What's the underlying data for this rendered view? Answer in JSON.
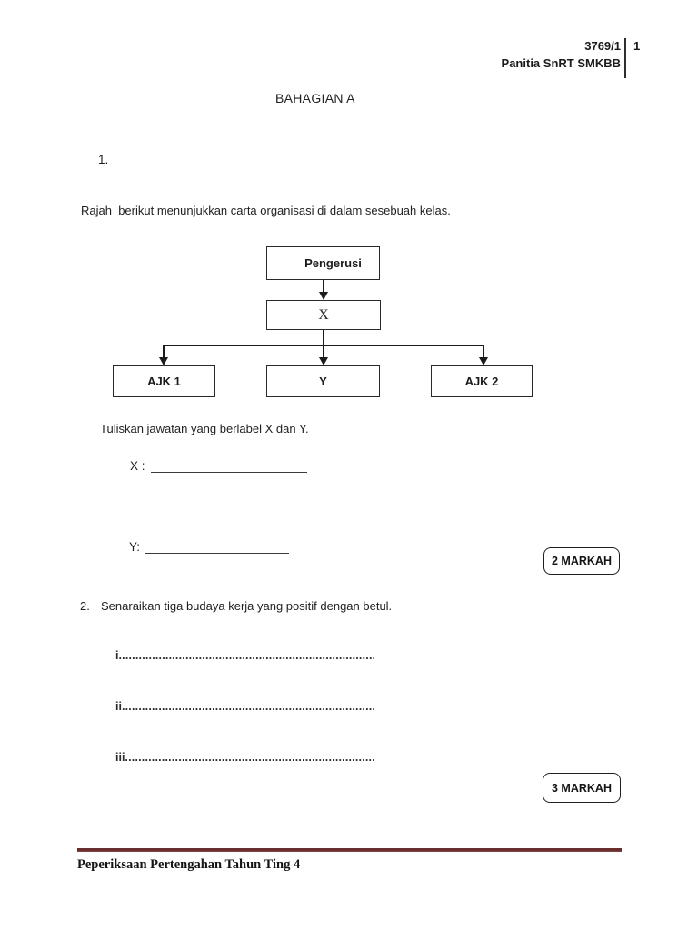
{
  "header": {
    "doc_code": "3769/1",
    "page_number": "1",
    "committee": "Panitia SnRT SMKBB"
  },
  "section_title": "BAHAGIAN A",
  "question1": {
    "number": "1.",
    "intro": "Rajah  berikut menunjukkan carta organisasi di dalam sesebuah kelas.",
    "instruction": "Tuliskan jawatan yang berlabel X dan Y.",
    "answer_x_label": "X :",
    "answer_y_label": "Y:",
    "marks": "2 MARKAH"
  },
  "org_chart": {
    "type": "organization-chart",
    "nodes": {
      "level1": "Pengerusi",
      "level2": "X",
      "level3": [
        "AJK 1",
        "Y",
        "AJK 2"
      ]
    }
  },
  "question2": {
    "number": "2.",
    "text": "Senaraikan tiga budaya kerja yang positif dengan betul.",
    "answer_lines": [
      {
        "label": "i",
        "dots": "...................................................................................................."
      },
      {
        "label": "ii",
        "dots": "...................................................................................................."
      },
      {
        "label": "iii",
        "dots": "...................................................................................................."
      }
    ],
    "marks": "3 MARKAH"
  },
  "footer": {
    "text": "Peperiksaan Pertengahan Tahun Ting 4",
    "rule_color": "#6b2e2e"
  }
}
